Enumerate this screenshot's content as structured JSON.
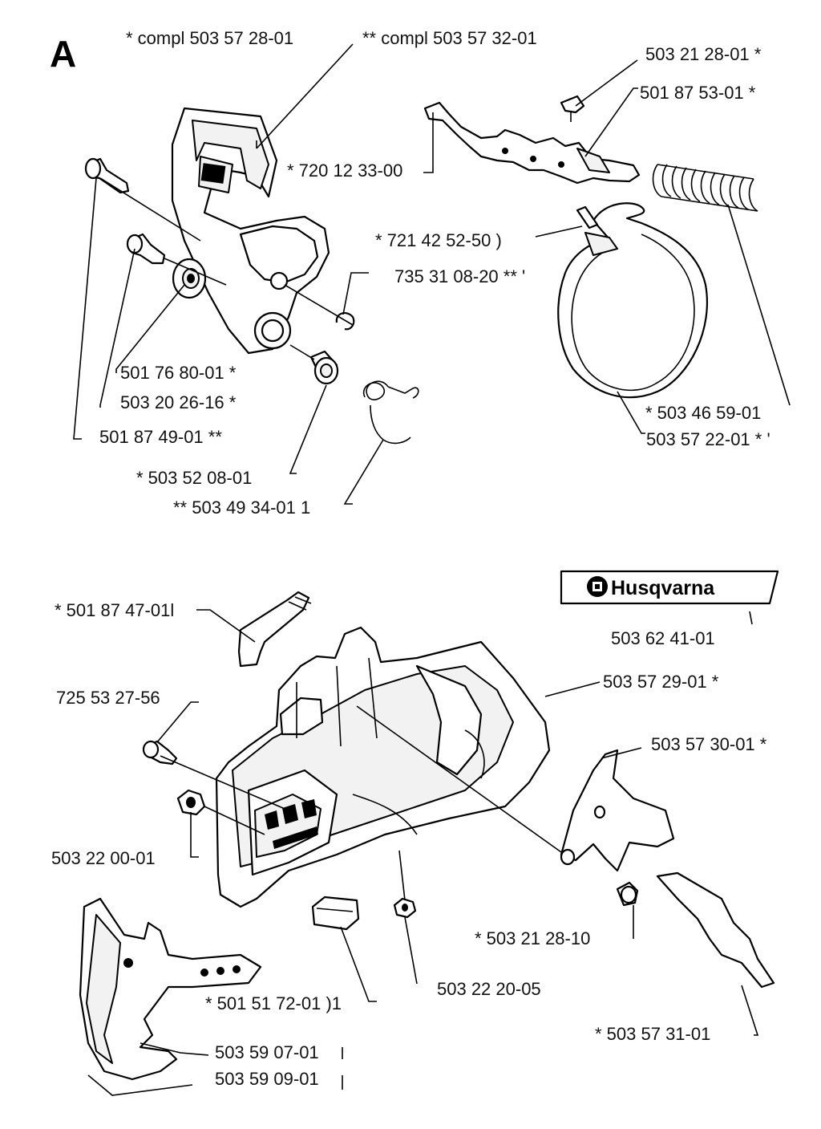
{
  "section_letter": "A",
  "brand": {
    "name": "Husqvarna",
    "logo_icon": "husqvarna-crown-icon",
    "part_number": "503 62 41-01"
  },
  "labels": {
    "compl_single": "*  compl 503 57 28-01",
    "compl_double": "**  compl 503 57 32-01",
    "p_720123300": "*  720 12 33-00",
    "p_503212801": "503 21 28-01  *",
    "p_501875301": "501 87 53-01  *",
    "p_721425250": "*  721 42 52-50  )",
    "p_735310820": "735 31 08-20  ** '",
    "p_501768001": "501 76 80-01  *",
    "p_503202616": "503 20 26-16  *",
    "p_501874901": "501 87 49-01  **",
    "p_503465901": "*  503 46 59-01",
    "p_503572201": "503 57 22-01  * '",
    "p_503520801": "*  503 52 08-01",
    "p_503493401": "**  503 49 34-01  1",
    "p_501874701": "*  501 87 47-01l",
    "p_725532756": "725 53 27-56",
    "p_503572901": "503 57 29-01  *",
    "p_503573001": "503 57 30-01  *",
    "p_503220001": "503 22 00-01",
    "p_503212810": "*  503 21 28-10",
    "p_501517201": "*  501 51 72-01  )1",
    "p_503222005": "503 22 20-05",
    "p_503590701": "503 59 07-01",
    "p_503590901": "503 59 09-01",
    "p_503573101": "*  503 57 31-01"
  }
}
